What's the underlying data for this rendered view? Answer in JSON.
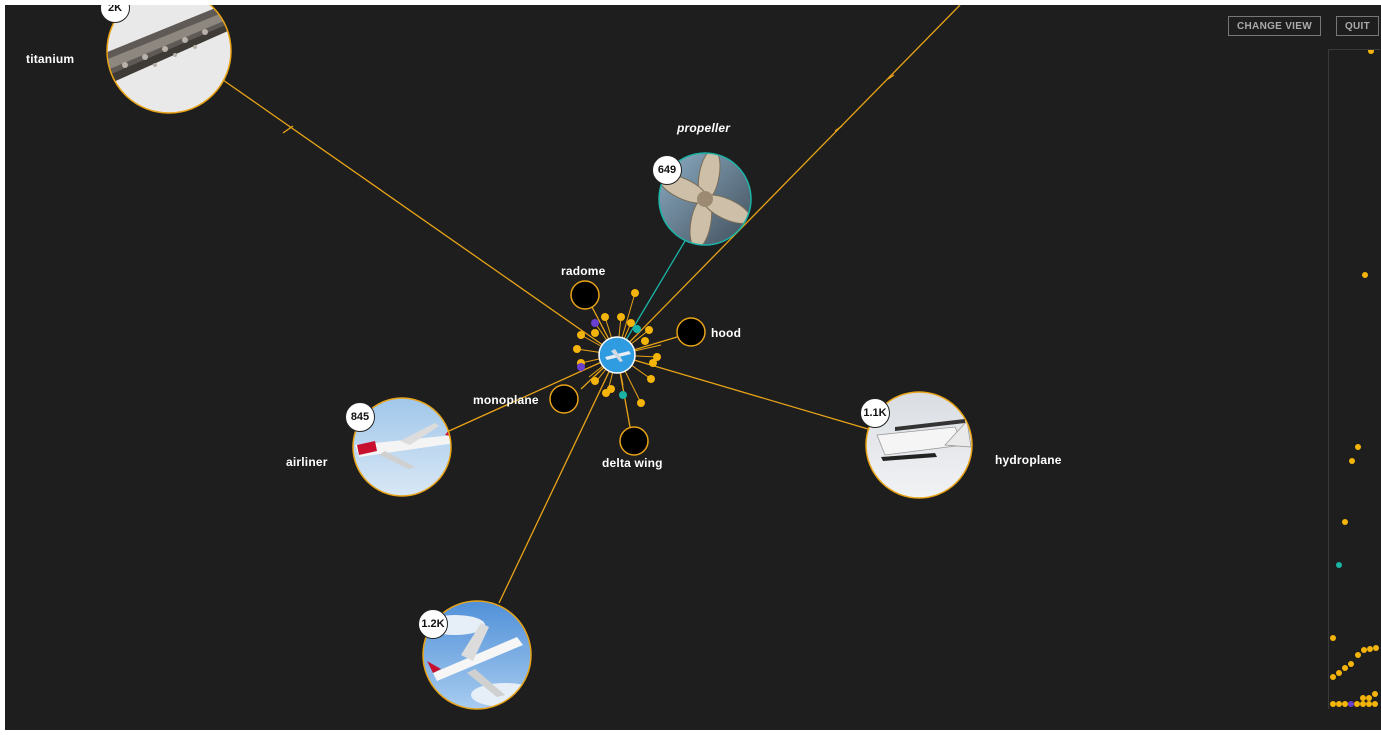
{
  "toolbar": {
    "change_view_label": "CHANGE VIEW",
    "quit_label": "QUIT"
  },
  "center": {
    "name": "plane-center"
  },
  "nodes": {
    "titanium": {
      "label": "titanium",
      "count": "2K"
    },
    "propeller": {
      "label": "propeller",
      "count": "649"
    },
    "airliner": {
      "label": "airliner",
      "count": "845"
    },
    "hydroplane": {
      "label": "hydroplane",
      "count": "1.1K"
    },
    "jet": {
      "count": "1.2K"
    }
  },
  "small_nodes": {
    "radome": "radome",
    "hood": "hood",
    "monoplane": "monoplane",
    "delta_wing": "delta wing"
  },
  "colors": {
    "background": "#1e1e1e",
    "edge_orange": "#e8a317",
    "edge_teal": "#1ab3a6",
    "dot_orange": "#f5b40a",
    "dot_purple": "#6a3fd0",
    "center_blue": "#2f9be0"
  }
}
